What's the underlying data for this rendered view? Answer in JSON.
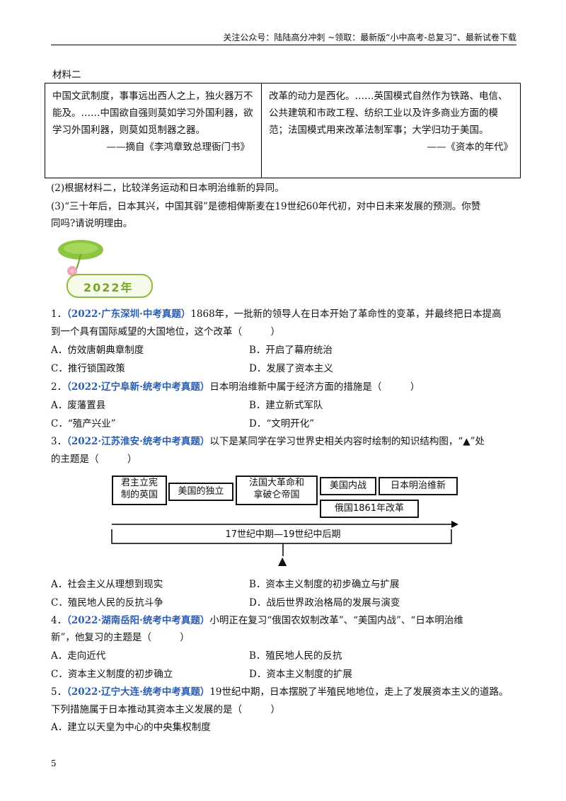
{
  "header": {
    "text": "关注公众号：陆陆高分冲刺  ~领取：最新版“小中高考-总复习”、最新试卷下载"
  },
  "material": {
    "label": "材料二",
    "left_text": "中国文武制度，事事远出西人之上，独火器万不能及。……中国欲自强则莫如学习外国利器，欲学习外国利器，则莫如觅制器之器。",
    "left_cite": "——摘自《李鸿章致总理衙门书》",
    "right_text": "改革的动力是西化。……英国模式自然作为铁路、电信、公共建筑和市政工程、纺织工业以及许多商业方面的模范；法国模式用来改革法制军事；大学归功于美国。",
    "right_cite": "——《资本的年代》"
  },
  "sub_questions": {
    "q2": "(2)根据材料二，比较洋务运动和日本明治维新的异同。",
    "q3_line1": "(3)“三十年后，日本其兴，中国其弱”是德相俾斯麦在19世纪60年代初，对中日未来发展的预测。你赞",
    "q3_line2": "同吗?请说明理由。"
  },
  "year_badge": "2022年",
  "questions": [
    {
      "num": "1．",
      "source": "（2022·广东深圳·中考真题）",
      "line1": "1868年，一批新的领导人在日本开始了革命性的变革，并最终把日本提高",
      "line2": "到一个具有国际威望的大国地位，这个改革（　　　）",
      "options": [
        "A．仿效唐朝典章制度",
        "B．开启了幕府统治",
        "C．推行锁国政策",
        "D．发展了资本主义"
      ]
    },
    {
      "num": "2．",
      "source": "（2022·辽宁阜新·统考中考真题）",
      "line1": "日本明治维新中属于经济方面的措施是（　　　）",
      "options": [
        "A．废藩置县",
        "B．建立新式军队",
        "C．“殖产兴业”",
        "D．“文明开化”"
      ]
    },
    {
      "num": "3．",
      "source": "（2022·江苏淮安·统考中考真题）",
      "line1": "以下是某同学在学习世界史相关内容时绘制的知识结构图，“▲”处",
      "line2": "的主题是（　　　）",
      "options": [
        "A．社会主义从理想到现实",
        "B．资本主义制度的初步确立与扩展",
        "C．殖民地人民的反抗斗争",
        "D．战后世界政治格局的发展与演变"
      ]
    },
    {
      "num": "4．",
      "source": "（2022·湖南岳阳·统考中考真题）",
      "line1": "小明正在复习“俄国农奴制改革”、“美国内战”、“日本明治维",
      "line2": "新”，他复习的主题是（　　　）",
      "options": [
        "A．走向近代",
        "B．殖民地人民的反抗",
        "C．资本主义制度的初步确立",
        "D．资本主义制度的扩展"
      ]
    },
    {
      "num": "5．",
      "source": "（2022·辽宁大连·统考中考真题）",
      "line1": "19世纪中期，日本摆脱了半殖民地地位，走上了发展资本主义的道路。",
      "line2": "下列措施属于日本推动其资本主义发展的是（　　　）",
      "options": [
        "A．建立以天皇为中心的中央集权制度"
      ]
    }
  ],
  "diagram": {
    "box1_line1": "君主立宪",
    "box1_line2": "制的英国",
    "box2": "美国的独立",
    "box3_line1": "法国大革命和",
    "box3_line2": "拿破仑帝国",
    "box4": "美国内战",
    "box5": "日本明治维新",
    "box6": "俄国1861年改革",
    "timeline": "17世纪中期—19世纪中后期",
    "marker": "▲"
  },
  "page_number": "5"
}
